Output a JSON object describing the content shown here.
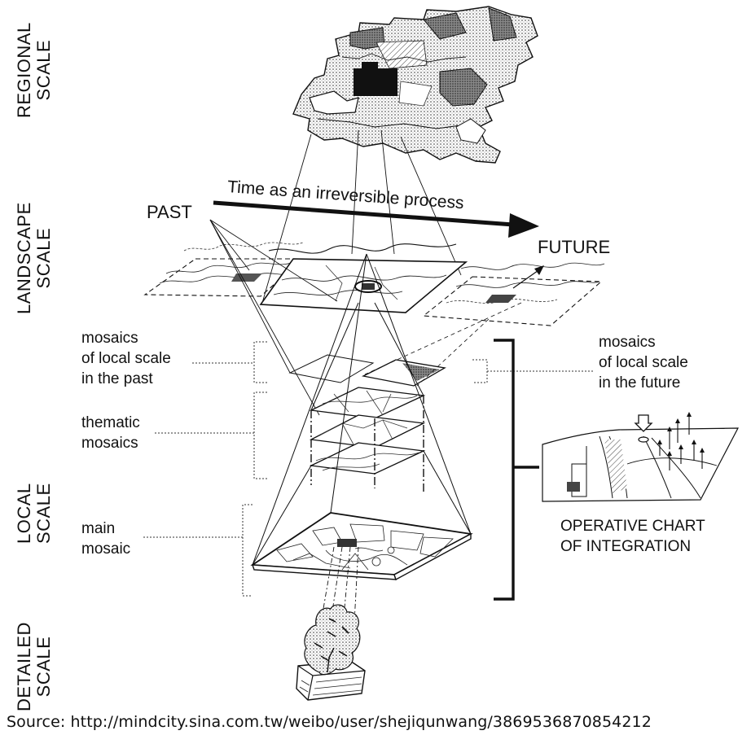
{
  "scales": {
    "regional": [
      "REGIONAL",
      "SCALE"
    ],
    "landscape": [
      "LANDSCAPE",
      "SCALE"
    ],
    "local": [
      "LOCAL",
      "SCALE"
    ],
    "detailed": [
      "DETAILED",
      "SCALE"
    ]
  },
  "timeline": {
    "past": "PAST",
    "future": "FUTURE",
    "arrow_label": "Time as an irreversible process"
  },
  "annotations": {
    "mosaics_past": [
      "mosaics",
      "of local scale",
      "in the past"
    ],
    "thematic": [
      "thematic",
      "mosaics"
    ],
    "main": [
      "main",
      "mosaic"
    ],
    "mosaics_future": [
      "mosaics",
      "of local scale",
      "in the future"
    ],
    "operative_chart": [
      "OPERATIVE CHART",
      "OF INTEGRATION"
    ]
  },
  "source": "Source: http://mindcity.sina.com.tw/weibo/user/shejiqunwang/3869536870854212"
}
